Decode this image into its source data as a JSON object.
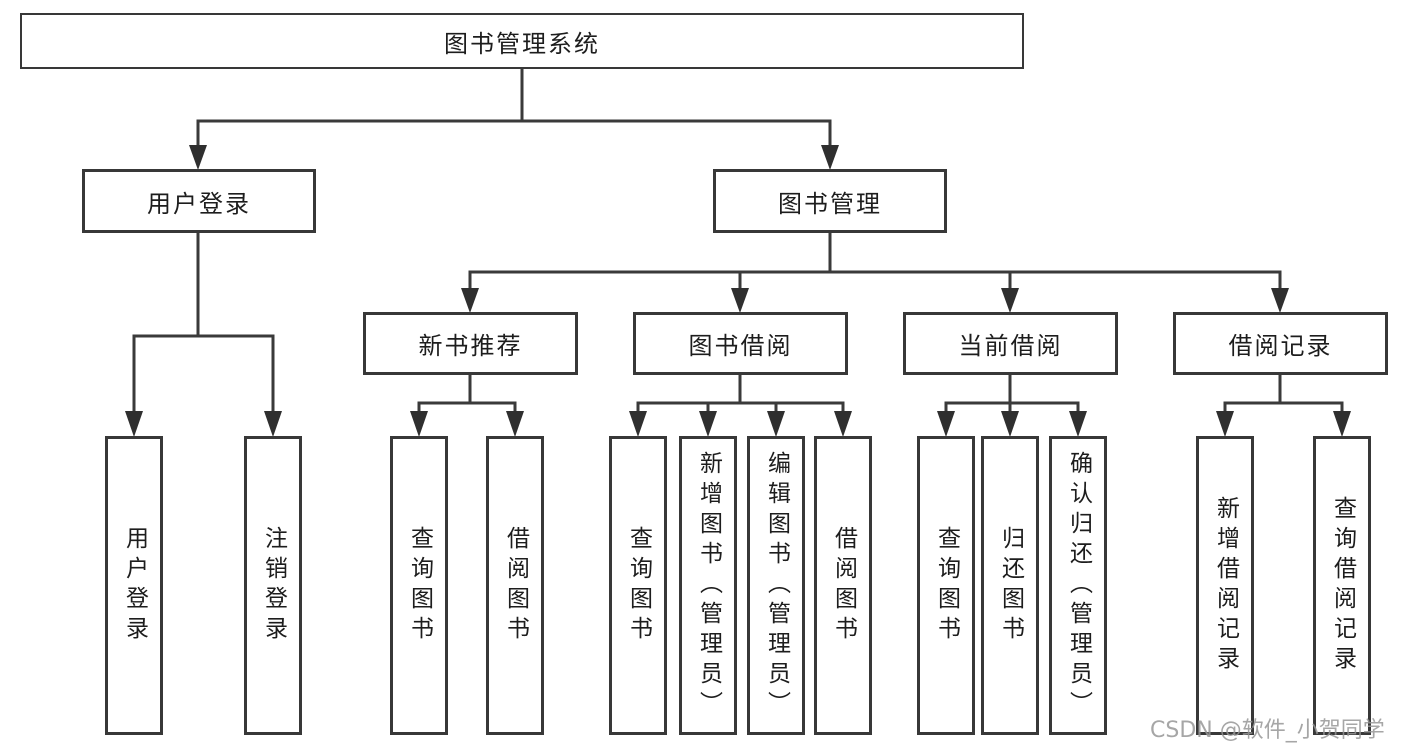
{
  "diagram": {
    "root": {
      "label": "图书管理系统"
    },
    "branches": [
      {
        "label": "用户登录",
        "children": [
          {
            "label": "用户登录"
          },
          {
            "label": "注销登录"
          }
        ]
      },
      {
        "label": "图书管理",
        "children": [
          {
            "label": "新书推荐",
            "children": [
              {
                "label": "查询图书"
              },
              {
                "label": "借阅图书"
              }
            ]
          },
          {
            "label": "图书借阅",
            "children": [
              {
                "label": "查询图书"
              },
              {
                "label": "新增图书（管理员）"
              },
              {
                "label": "编辑图书（管理员）"
              },
              {
                "label": "借阅图书"
              }
            ]
          },
          {
            "label": "当前借阅",
            "children": [
              {
                "label": "查询图书"
              },
              {
                "label": "归还图书"
              },
              {
                "label": "确认归还（管理员）"
              }
            ]
          },
          {
            "label": "借阅记录",
            "children": [
              {
                "label": "新增借阅记录"
              },
              {
                "label": "查询借阅记录"
              }
            ]
          }
        ]
      }
    ],
    "line_color": "#3a3a3a",
    "border_color": "#383838",
    "text_color": "#1d1d1d"
  },
  "watermark": {
    "text": "CSDN @软件_小贺同学"
  }
}
